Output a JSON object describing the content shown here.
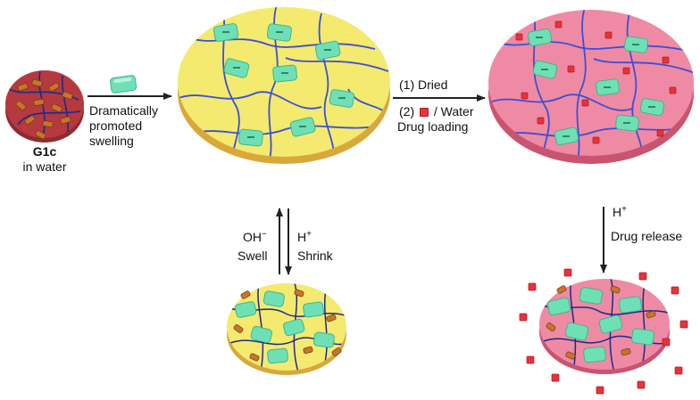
{
  "labels": {
    "g1c_name": "G1c",
    "g1c_medium": "in water",
    "swelling_line1": "Dramatically",
    "swelling_line2": "promoted",
    "swelling_line3": "swelling",
    "step1": "(1) Dried",
    "step2_prefix": "(2)",
    "step2_suffix": "/ Water",
    "drug_loading": "Drug loading",
    "oh": "OH",
    "oh_charge": "−",
    "h_left": "H",
    "h_left_charge": "+",
    "swell": "Swell",
    "shrink": "Shrink",
    "h_right": "H",
    "h_right_charge": "+",
    "drug_release": "Drug release"
  },
  "colors": {
    "g1c_disc": "#b5393f",
    "swollen_gel": "#f3ea6f",
    "loaded_gel": "#ef8aa5",
    "polymer_network": "#3b4fd6",
    "host_cube": "#6fe0b5",
    "guest_rod": "#c8742a",
    "drug": "#e8323a"
  }
}
